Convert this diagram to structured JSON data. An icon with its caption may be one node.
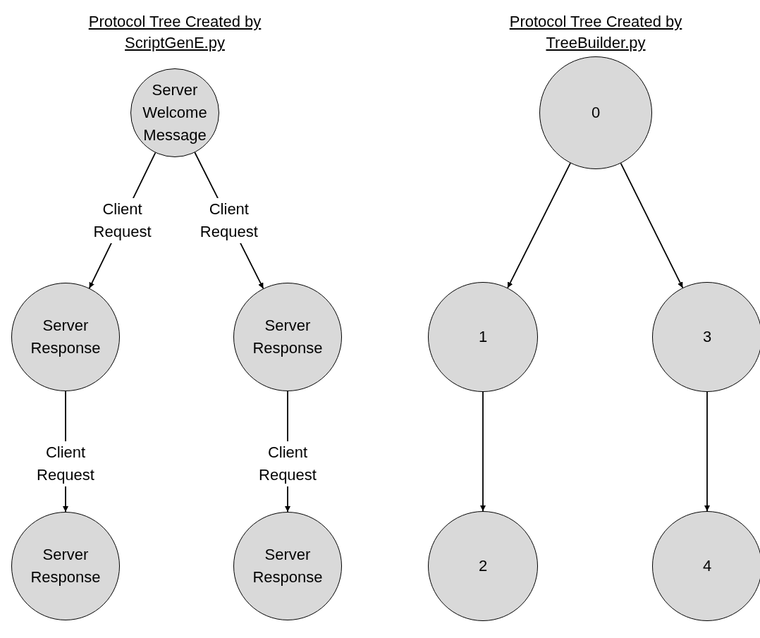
{
  "diagram": {
    "nodes": [
      {
        "text": [
          "Server Welcome Message"
        ]
      },
      {
        "text": [
          "Server Response"
        ]
      },
      {
        "text": [
          "Server Response"
        ]
      },
      {
        "text": [
          "Server Response"
        ]
      },
      {
        "text": [
          "Server Response"
        ]
      },
      {
        "text": [
          "0"
        ]
      },
      {
        "text": [
          "1"
        ]
      },
      {
        "text": [
          "3"
        ]
      },
      {
        "text": [
          "2"
        ]
      },
      {
        "text": [
          "4"
        ]
      }
    ],
    "edges": [
      {
        "from": 0,
        "to": 1,
        "arrow": "to",
        "label": "Client Request"
      },
      {
        "from": 0,
        "to": 2,
        "arrow": "to",
        "label": "Client Request"
      },
      {
        "from": 1,
        "to": 3,
        "arrow": "to",
        "label": "Client Request"
      },
      {
        "from": 2,
        "to": 4,
        "arrow": "to",
        "label": "Client Request"
      },
      {
        "from": 5,
        "to": 6,
        "arrow": "to"
      },
      {
        "from": 5,
        "to": 7,
        "arrow": "to"
      },
      {
        "from": 6,
        "to": 8,
        "arrow": "to"
      },
      {
        "from": 7,
        "to": 9,
        "arrow": "to"
      }
    ],
    "labels": [
      "Protocol Tree Created by ScriptGenE.py",
      "Protocol Tree Created by TreeBuilder.py"
    ]
  }
}
